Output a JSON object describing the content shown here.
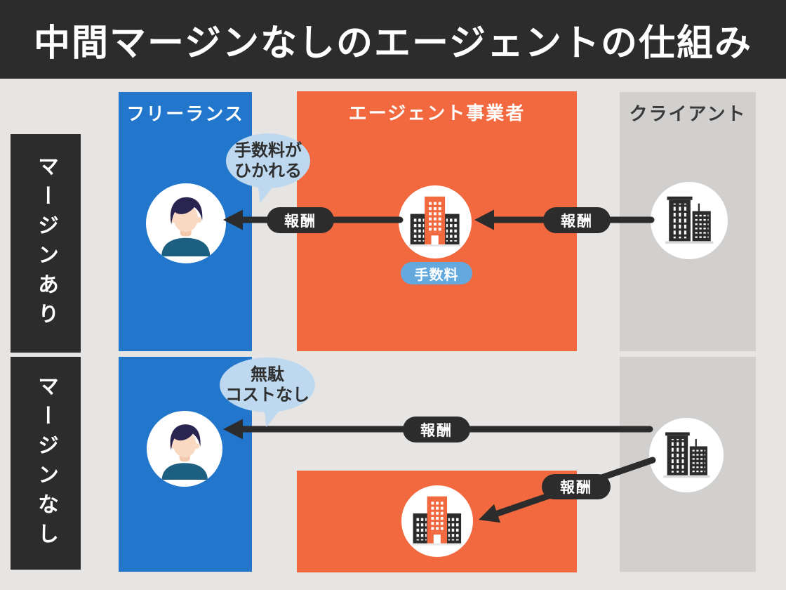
{
  "title": "中間マージンなしのエージェントの仕組み",
  "row_labels": {
    "with_margin": "マージンあり",
    "without_margin": "マージンなし"
  },
  "column_headers": {
    "freelance": "フリーランス",
    "agent": "エージェント事業者",
    "client": "クライアント"
  },
  "with_margin_row": {
    "bubble_line1": "手数料が",
    "bubble_line2": "ひかれる",
    "agent_to_freelancer_arrow_label": "報酬",
    "client_to_agent_arrow_label": "報酬",
    "fee_badge": "手数料"
  },
  "without_margin_row": {
    "bubble_line1": "無駄",
    "bubble_line2": "コストなし",
    "client_to_freelancer_arrow_label": "報酬",
    "client_to_agent_arrow_label": "報酬"
  },
  "colors": {
    "header_bg": "#2d2c2c",
    "freelance_column": "#2277cc",
    "agent_column": "#f2693f",
    "client_column": "#d1d0ce",
    "background": "#e6e5e3",
    "bubble": "#bed9ef",
    "fee_badge_bg": "#63a9de",
    "arrow": "#2d2c2c"
  }
}
